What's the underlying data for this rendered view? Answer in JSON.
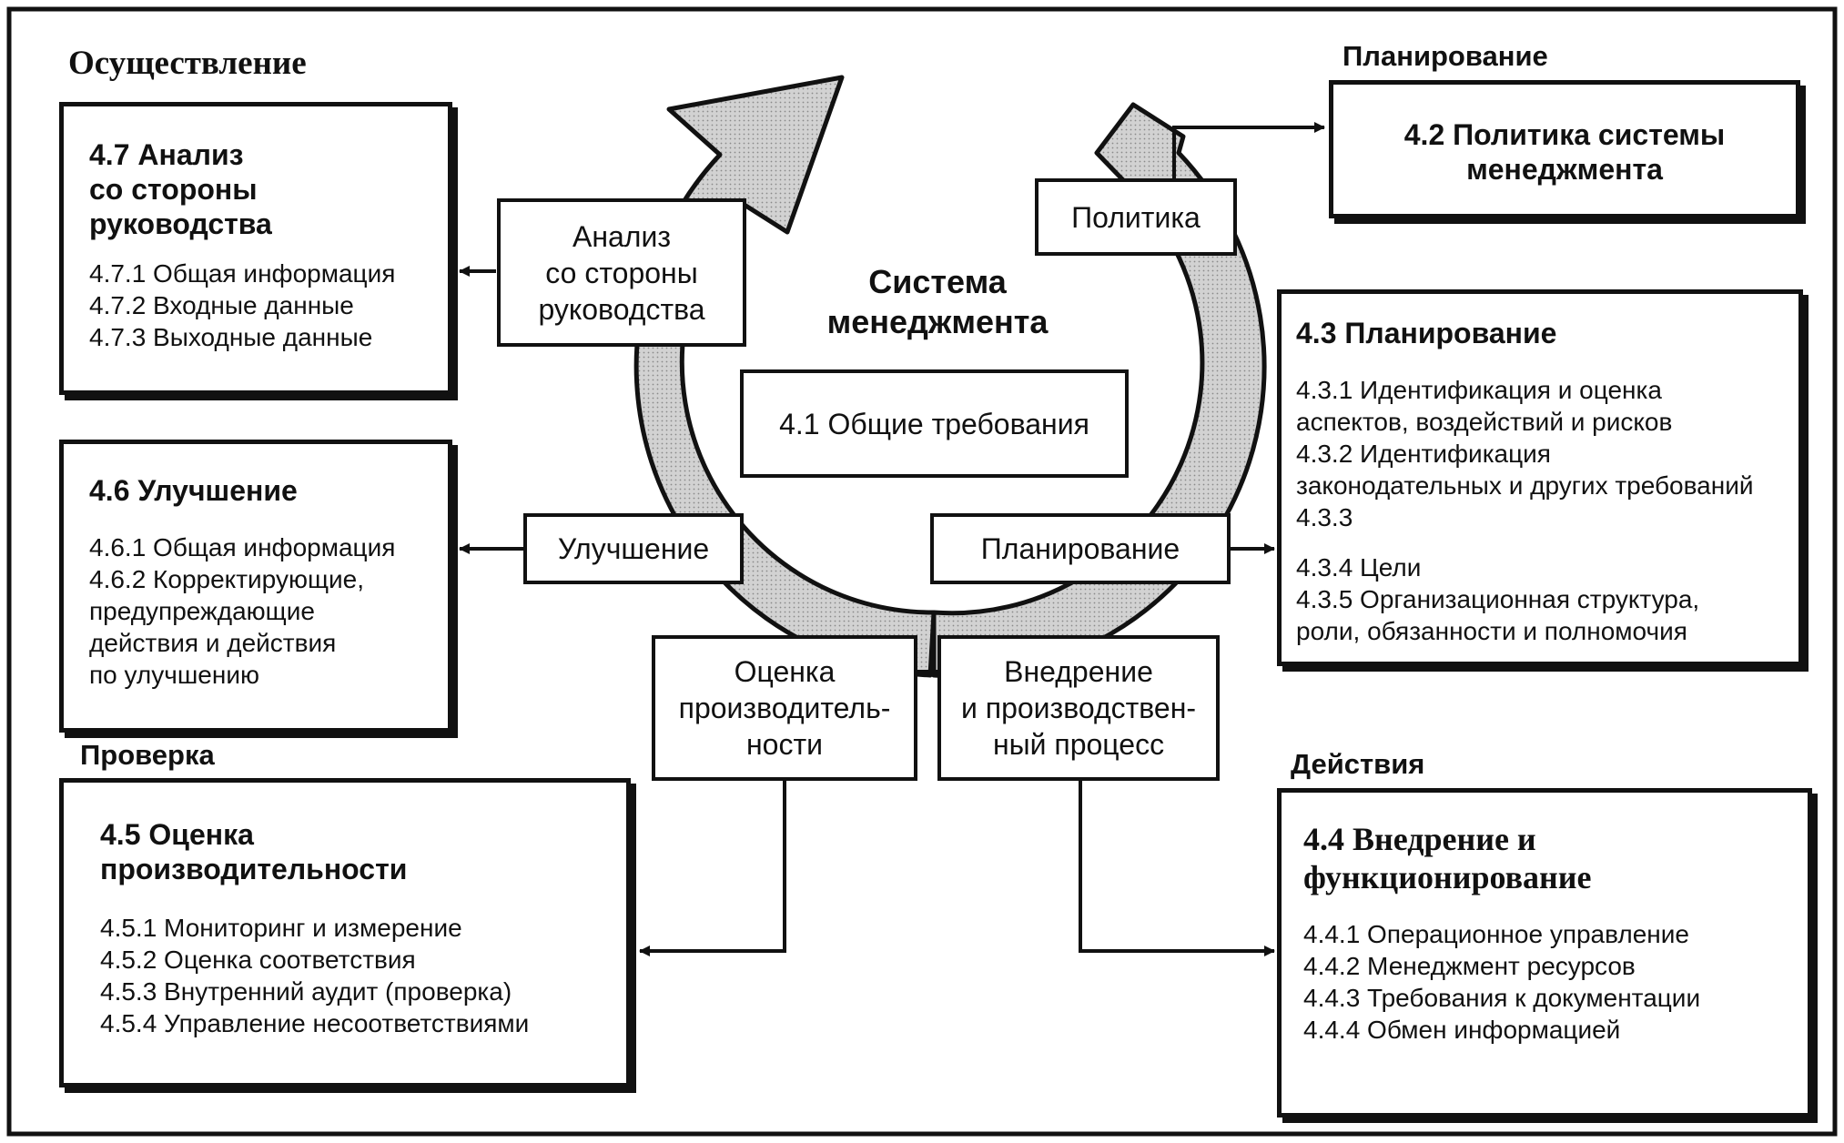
{
  "center_title": "Система\nменеджмента",
  "center_box": "4.1 Общие требования",
  "phases": {
    "implementation": "Осуществление",
    "planning": "Планирование",
    "check": "Проверка",
    "actions": "Действия"
  },
  "cycle_labels": {
    "review": "Анализ\nсо стороны\nруководства",
    "policy": "Политика",
    "improvement": "Улучшение",
    "planning": "Планирование",
    "performance": "Оценка\nпроизводитель-\nности",
    "implementation": "Внедрение\nи производствен-\nный процесс"
  },
  "boxes": {
    "b47": {
      "title": "4.7 Анализ\nсо стороны\nруководства",
      "items": [
        "4.7.1 Общая информация",
        "4.7.2 Входные данные",
        "4.7.3 Выходные данные"
      ]
    },
    "b46": {
      "title": "4.6 Улучшение",
      "items": [
        "4.6.1 Общая информация",
        "4.6.2 Корректирующие,\nпредупреждающие\nдействия и действия\nпо улучшению"
      ]
    },
    "b45": {
      "title": "4.5 Оценка\nпроизводительности",
      "items": [
        "4.5.1 Мониторинг и измерение",
        "4.5.2 Оценка соответствия",
        "4.5.3 Внутренний аудит (проверка)",
        "4.5.4 Управление несоответствиями"
      ]
    },
    "b42": {
      "title": "4.2 Политика системы\nменеджмента"
    },
    "b43": {
      "title": "4.3 Планирование",
      "items": [
        "4.3.1 Идентификация и оценка\nаспектов, воздействий и рисков",
        "4.3.2 Идентификация\nзаконодательных и других требований",
        "4.3.3",
        "4.3.4 Цели",
        "4.3.5 Организационная структура,\nроли, обязанности и полномочия"
      ]
    },
    "b44": {
      "title": "4.4 Внедрение и\nфункционирование",
      "items": [
        "4.4.1 Операционное управление",
        "4.4.2 Менеджмент ресурсов",
        "4.4.3 Требования к документации",
        "4.4.4 Обмен информацией"
      ]
    }
  },
  "colors": {
    "arrow_fill": "#c8c8c8",
    "line": "#111111"
  }
}
